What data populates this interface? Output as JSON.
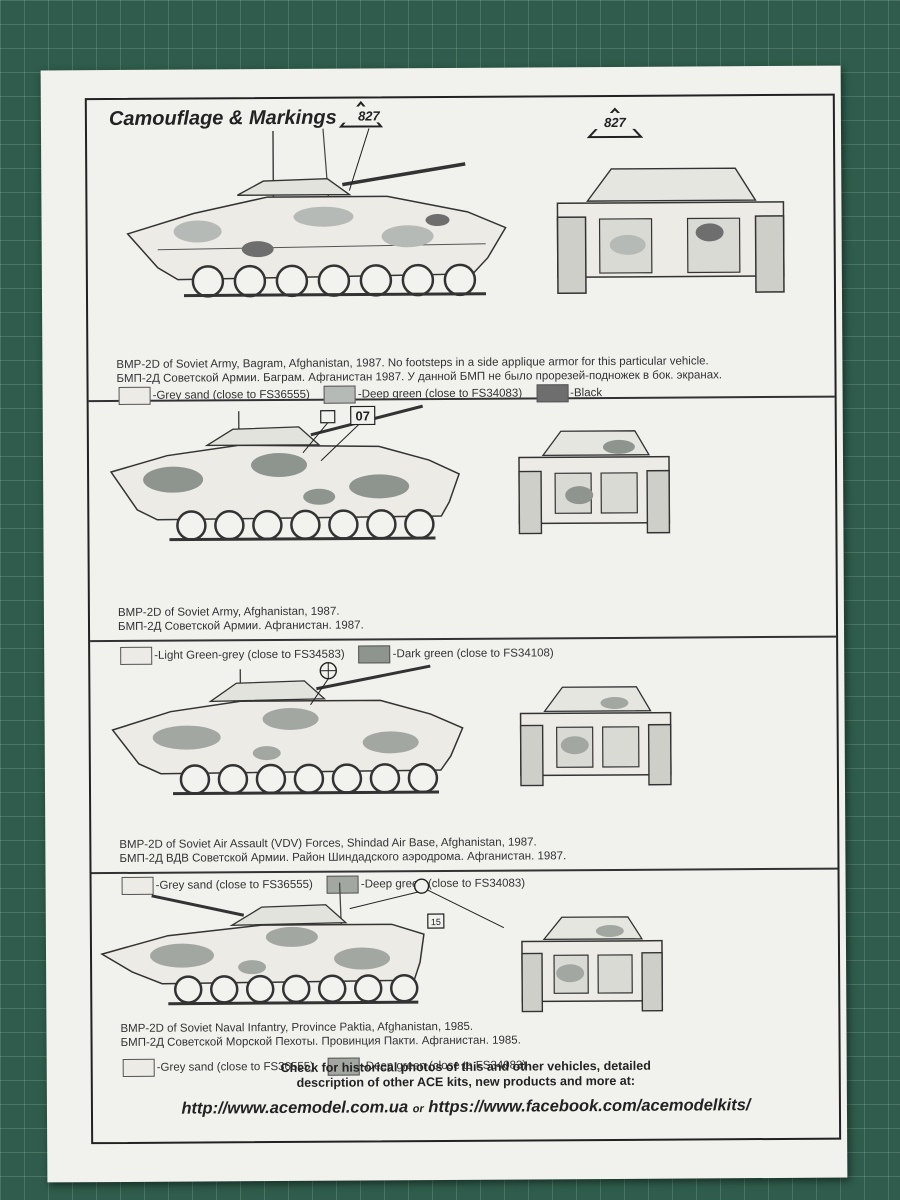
{
  "heading": "Camouflage & Markings",
  "colors": {
    "grey_sand": "#ecebe6",
    "light_green_grey": "#d4d8d4",
    "deep_green": "#a8ada8",
    "dark_green": "#8a908a",
    "black": "#6e6e6e"
  },
  "sections": [
    {
      "markings": [
        "827"
      ],
      "caption_en": "BMP-2D of Soviet Army, Bagram, Afghanistan, 1987. No footsteps in a side applique armor for this particular vehicle.",
      "caption_ru": "БМП-2Д Советской Армии. Баграм. Афганистан 1987. У данной БМП не было прорезей-подножек в бок. экранах.",
      "legend": [
        {
          "label": "-Grey sand (close to FS36555)",
          "color": "#ecebe6"
        },
        {
          "label": "-Deep green (close to FS34083)",
          "color": "#b6bab6"
        },
        {
          "label": "-Black",
          "color": "#6e6e6e"
        }
      ]
    },
    {
      "markings": [
        "07"
      ],
      "caption_en": "BMP-2D of Soviet Army, Afghanistan, 1987.",
      "caption_ru": "БМП-2Д Советской Армии. Афганистан. 1987.",
      "legend": [
        {
          "label": "-Light Green-grey (close to FS34583)",
          "color": "#ecebe6"
        },
        {
          "label": "-Dark green (close to FS34108)",
          "color": "#8e948e"
        }
      ]
    },
    {
      "markings": [],
      "caption_en": "BMP-2D of Soviet Air Assault (VDV) Forces, Shindad Air Base, Afghanistan, 1987.",
      "caption_ru": "БМП-2Д ВДВ Советской Армии. Район Шиндадского аэродрома. Афганистан. 1987.",
      "legend": [
        {
          "label": "-Grey sand (close to FS36555)",
          "color": "#ecebe6"
        },
        {
          "label": "-Deep green (close to FS34083)",
          "color": "#a2a7a2"
        }
      ]
    },
    {
      "markings": [
        "15"
      ],
      "caption_en": "BMP-2D of Soviet Naval Infantry, Province Paktia, Afghanistan, 1985.",
      "caption_ru": "БМП-2Д Советской Морской Пехоты. Провинция Пакти. Афганистан. 1985.",
      "legend": [
        {
          "label": "-Grey sand (close to FS36555)",
          "color": "#ecebe6"
        },
        {
          "label": "-Deep green (close to FS34083)",
          "color": "#a2a7a2"
        }
      ]
    }
  ],
  "footer": {
    "line1": "Check for historical photos of this and other vehicles, detailed",
    "line2": "description of other ACE kits, new products and more at:",
    "url1": "http://www.acemodel.com.ua",
    "or": "or",
    "url2": "https://www.facebook.com/acemodelkits/"
  }
}
